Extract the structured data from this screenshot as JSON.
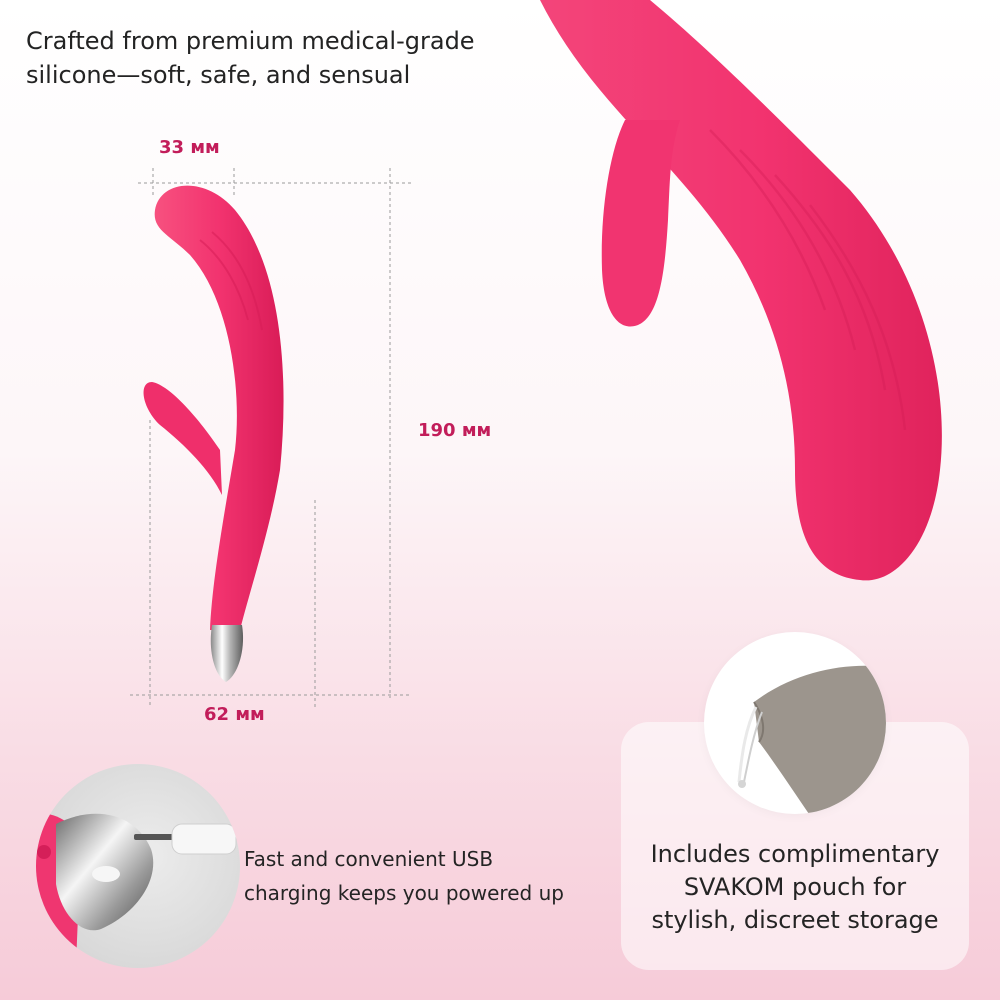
{
  "headline": {
    "line1": "Crafted from premium medical-grade",
    "line2": "silicone—soft, safe, and sensual"
  },
  "dimensions": {
    "tip_width": "33 мм",
    "length": "190 мм",
    "base_width": "62 мм"
  },
  "charging": {
    "line1": "Fast and convenient USB",
    "line2": "charging keeps you powered up"
  },
  "pouch": {
    "line1": "Includes complimentary",
    "line2": "SVAKOM pouch for",
    "line3": "stylish, discreet storage"
  },
  "colors": {
    "accent": "#c21d5a",
    "product_pink": "#f2336f",
    "pouch_gray": "#9c958d"
  }
}
